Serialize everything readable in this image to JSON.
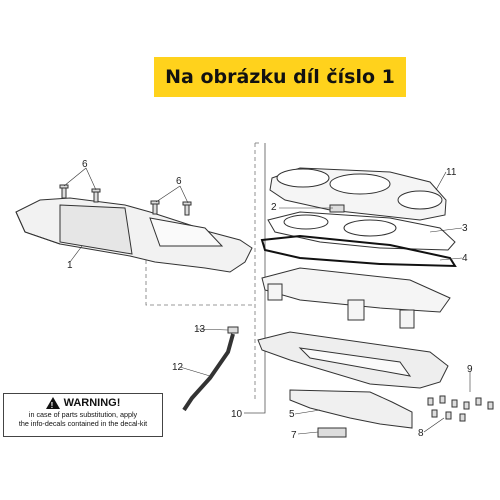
{
  "banner": {
    "text": "Na obrázku díl číslo 1"
  },
  "callouts": {
    "c1": "1",
    "c2": "2",
    "c3": "3",
    "c4": "4",
    "c5": "5",
    "c6a": "6",
    "c6b": "6",
    "c7": "7",
    "c8": "8",
    "c9": "9",
    "c10": "10",
    "c11": "11",
    "c12": "12",
    "c13": "13"
  },
  "warning": {
    "title": "WARNING!",
    "line1": "in case of parts substitution, apply",
    "line2": "the info-decals contained in the decal-kit"
  }
}
